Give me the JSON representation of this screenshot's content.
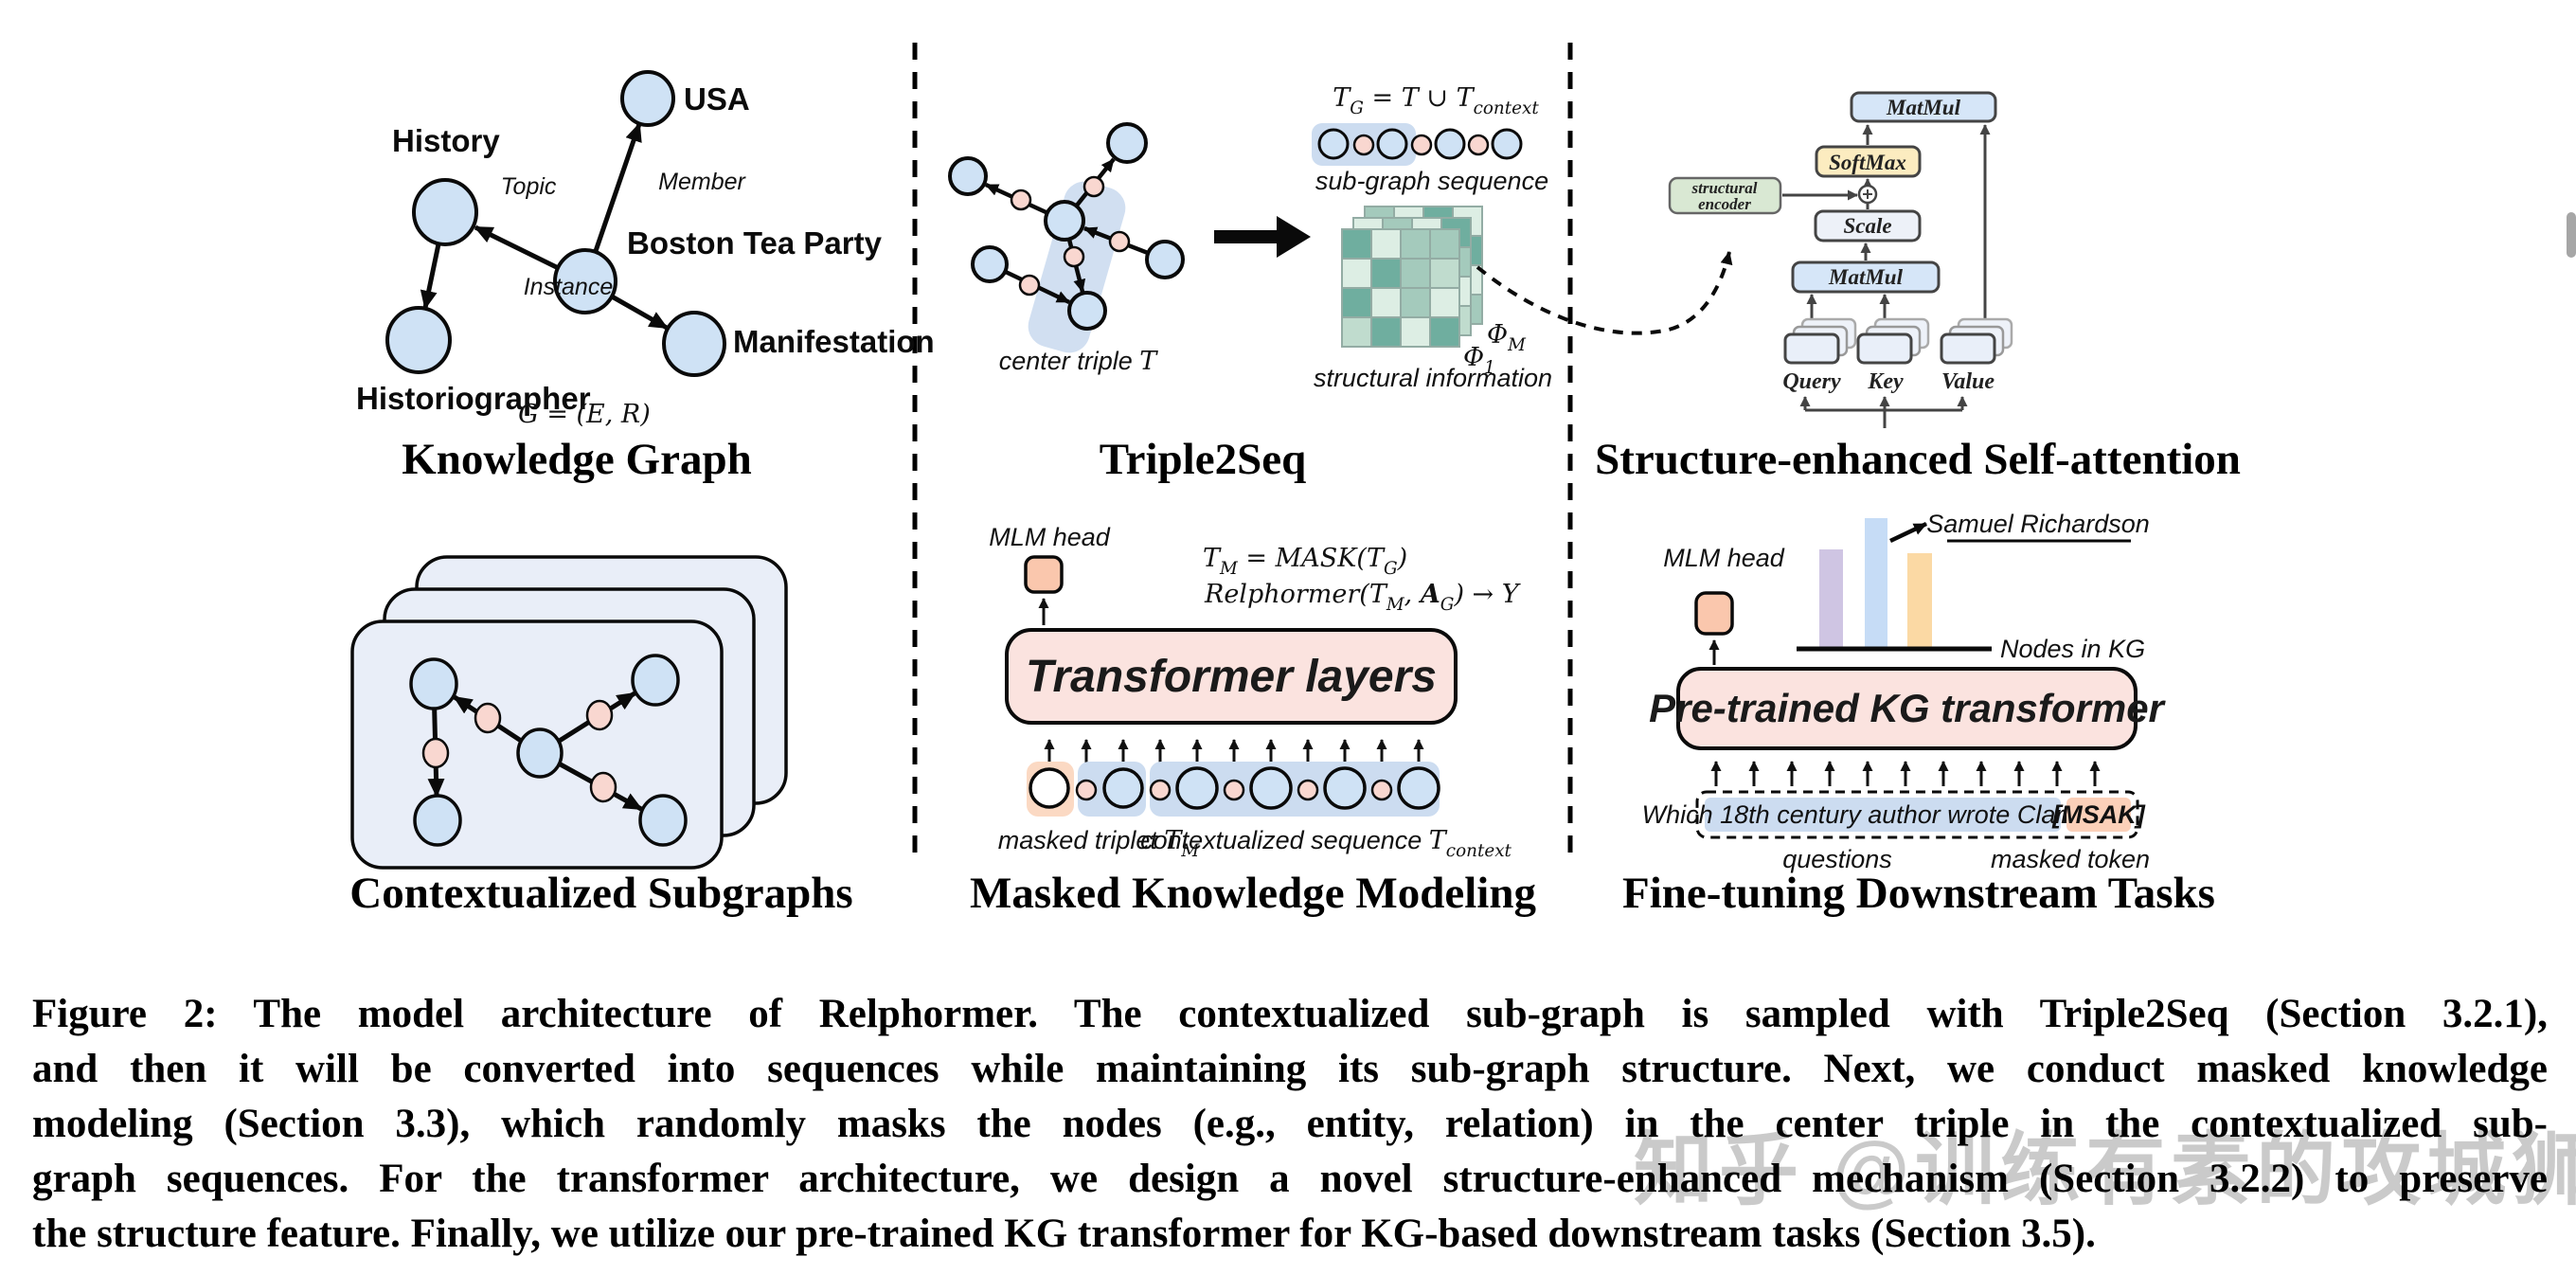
{
  "colors": {
    "node_blue": "#cfe2f5",
    "relation_pink": "#f9d7d0",
    "card_blue": "#e9eef8",
    "box_pink": "#fbe3df",
    "mask_peach": "#fac7ad",
    "token_bg_peach": "#fbd9c3",
    "highlight_blue": "#ccdcf0",
    "matmul_blue": "#d6e6f8",
    "softmax_yellow": "#fcecc0",
    "scale_gray": "#edf1f8",
    "encoder_green": "#d9e8d3",
    "bar_purple": "#cfc5e3",
    "bar_blue": "#c6dcf6",
    "bar_orange": "#fbd9a4"
  },
  "knowledge_graph": {
    "title": "Knowledge Graph",
    "formula": "G = (E, R)",
    "nodes": {
      "usa": "USA",
      "history": "History",
      "boston": "Boston Tea Party",
      "historiographer": "Historiographer",
      "manifestation": "Manifestation"
    },
    "edges": {
      "topic": "Topic",
      "member": "Member",
      "instance": "Instance"
    }
  },
  "contextualized_subgraphs": {
    "title": "Contextualized Subgraphs"
  },
  "triple2seq": {
    "title": "Triple2Seq",
    "sub_graph_sequence": "sub-graph sequence",
    "structural_information": "structural information"
  },
  "attention": {
    "title": "Structure-enhanced Self-attention",
    "matmul_top": "MatMul",
    "softmax": "SoftMax",
    "scale": "Scale",
    "matmul_bottom": "MatMul",
    "encoder_line1": "structural",
    "encoder_line2": "encoder",
    "query": "Query",
    "key": "Key",
    "value": "Value"
  },
  "masked_modeling": {
    "title": "Masked Knowledge Modeling",
    "mlm_head": "MLM head",
    "transformer_box": "Transformer layers"
  },
  "fine_tuning": {
    "title": "Fine-tuning Downstream Tasks",
    "mlm_head": "MLM head",
    "answer": "Samuel Richardson",
    "nodes_in_kg": "Nodes in KG",
    "box": "Pre-trained KG transformer",
    "question": "Which 18th century author wrote Clarissa?",
    "mask_token": "[MSAK]",
    "label_questions": "questions",
    "label_masked_token": "masked token"
  },
  "formulas": {
    "tg": [
      {
        "t": "T"
      },
      {
        "t": "G",
        "sub": 1
      },
      {
        "t": " = "
      },
      {
        "t": "T"
      },
      {
        "t": " ∪ "
      },
      {
        "t": "T"
      },
      {
        "t": "context",
        "sub": 1
      }
    ],
    "tm": [
      {
        "t": "T"
      },
      {
        "t": "M",
        "sub": 1
      },
      {
        "t": " = MASK("
      },
      {
        "t": "T"
      },
      {
        "t": "G",
        "sub": 1
      },
      {
        "t": ")"
      }
    ],
    "rel": [
      {
        "t": "Relphormer("
      },
      {
        "t": "T"
      },
      {
        "t": "M",
        "sub": 1
      },
      {
        "t": ", "
      },
      {
        "t": "A",
        "b": 1
      },
      {
        "t": "G",
        "sub": 1
      },
      {
        "t": ") → Y"
      }
    ],
    "phiM": [
      {
        "t": "Φ"
      },
      {
        "t": "M",
        "sub": 1
      }
    ],
    "phi1": [
      {
        "t": "Φ"
      },
      {
        "t": "1",
        "sub": 1
      }
    ],
    "center_triple": [
      {
        "t": "center triple "
      },
      {
        "t": "T",
        "f": 1
      }
    ],
    "masked_triplet": [
      {
        "t": "masked triplet "
      },
      {
        "t": "T",
        "f": 1
      },
      {
        "t": "M",
        "sub": 1,
        "f": 1
      }
    ],
    "ctx_seq": [
      {
        "t": "contextualized sequence "
      },
      {
        "t": "T",
        "f": 1
      },
      {
        "t": "context",
        "sub": 1,
        "f": 1
      }
    ]
  },
  "heatmap": {
    "palette": {
      "d": "#6fae9f",
      "m": "#a4cabc",
      "s": "#c0dcce",
      "l": "#ddeee4"
    },
    "layers": [
      {
        "cells": [
          "m",
          "l",
          "d",
          "l",
          "s",
          "m",
          "l",
          "d",
          "d",
          "s",
          "m",
          "l",
          "l",
          "d",
          "s",
          "m"
        ]
      },
      {
        "cells": [
          "l",
          "m",
          "l",
          "d",
          "m",
          "d",
          "s",
          "m",
          "l",
          "s",
          "d",
          "l",
          "m",
          "d",
          "l",
          "s"
        ]
      },
      {
        "cells": [
          "d",
          "l",
          "m",
          "m",
          "l",
          "d",
          "m",
          "s",
          "d",
          "l",
          "m",
          "l",
          "s",
          "d",
          "l",
          "d"
        ]
      }
    ]
  },
  "caption": {
    "lines": [
      "Figure 2: The model architecture of Relphormer. The contextualized sub-graph is sampled with Triple2Seq (Section 3.2.1),",
      "and then it will be converted into sequences while maintaining its sub-graph structure. Next, we conduct masked knowledge",
      "modeling (Section 3.3), which randomly masks the nodes (e.g., entity, relation) in the center triple in the contextualized sub-",
      "graph sequences. For the transformer architecture, we design a novel structure-enhanced mechanism (Section 3.2.2) to preserve",
      "the structure feature. Finally, we utilize our pre-trained KG transformer for KG-based downstream tasks (Section 3.5)."
    ]
  },
  "watermark": "知乎 @训练有素的攻城狮"
}
